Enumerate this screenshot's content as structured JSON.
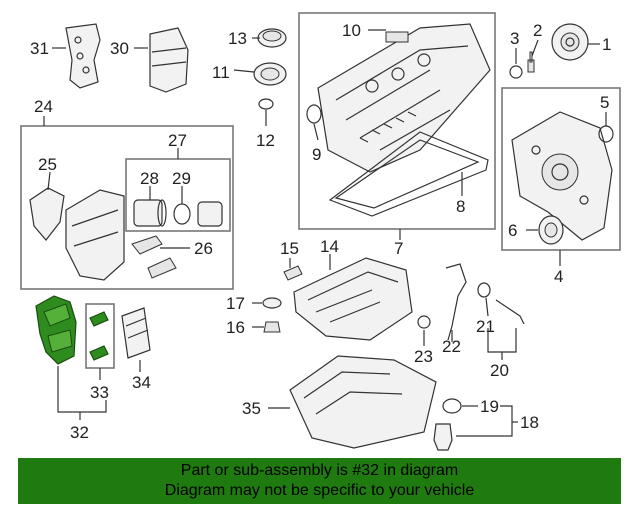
{
  "callouts": [
    "31",
    "30",
    "13",
    "10",
    "3",
    "2",
    "1",
    "11",
    "5",
    "24",
    "9",
    "12",
    "27",
    "28",
    "29",
    "25",
    "8",
    "6",
    "26",
    "7",
    "15",
    "14",
    "4",
    "17",
    "16",
    "21",
    "22",
    "23",
    "20",
    "33",
    "34",
    "35",
    "19",
    "18",
    "32"
  ],
  "banner": {
    "line1": "Part or sub-assembly is #32 in diagram",
    "line2": "Diagram may not be specific to your vehicle"
  },
  "colors": {
    "highlight": "#2e8b1e",
    "banner": "#1f7a10"
  }
}
